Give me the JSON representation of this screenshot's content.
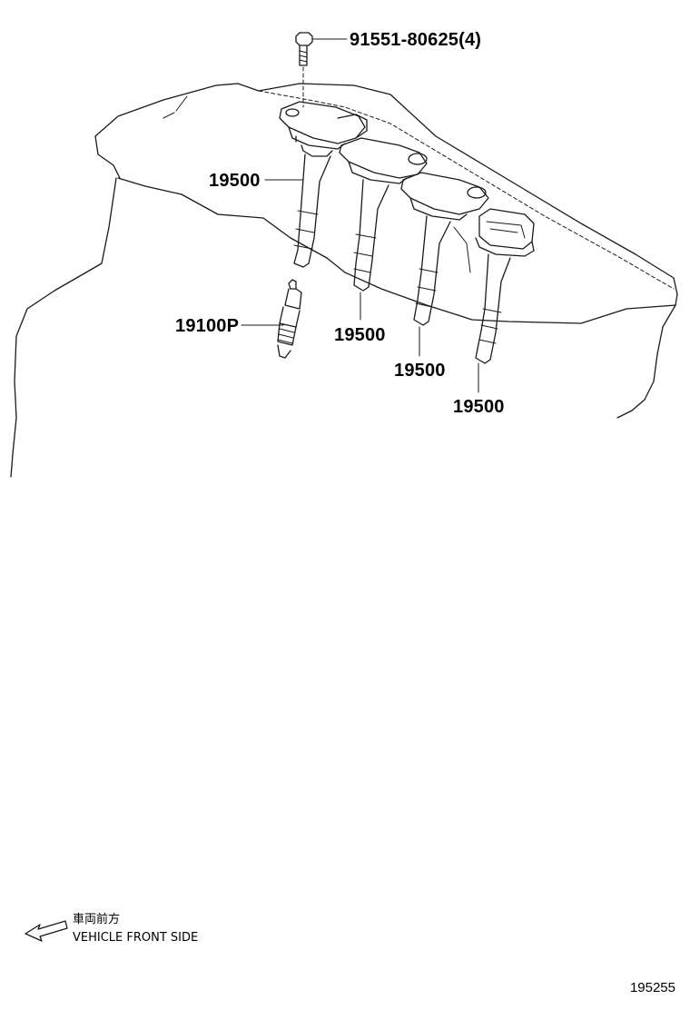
{
  "callouts": {
    "bolt": "91551-80625(4)",
    "coil_1": "19500",
    "coil_2": "19500",
    "coil_3": "19500",
    "coil_4": "19500",
    "spark_plug": "19100P"
  },
  "legend": {
    "line_jp": "車両前方",
    "line_en": "VEHICLE FRONT SIDE",
    "arrow_icon": "front-arrow-icon"
  },
  "figure_number": "195255",
  "colors": {
    "ink": "#1a1a1a",
    "background": "#ffffff"
  }
}
